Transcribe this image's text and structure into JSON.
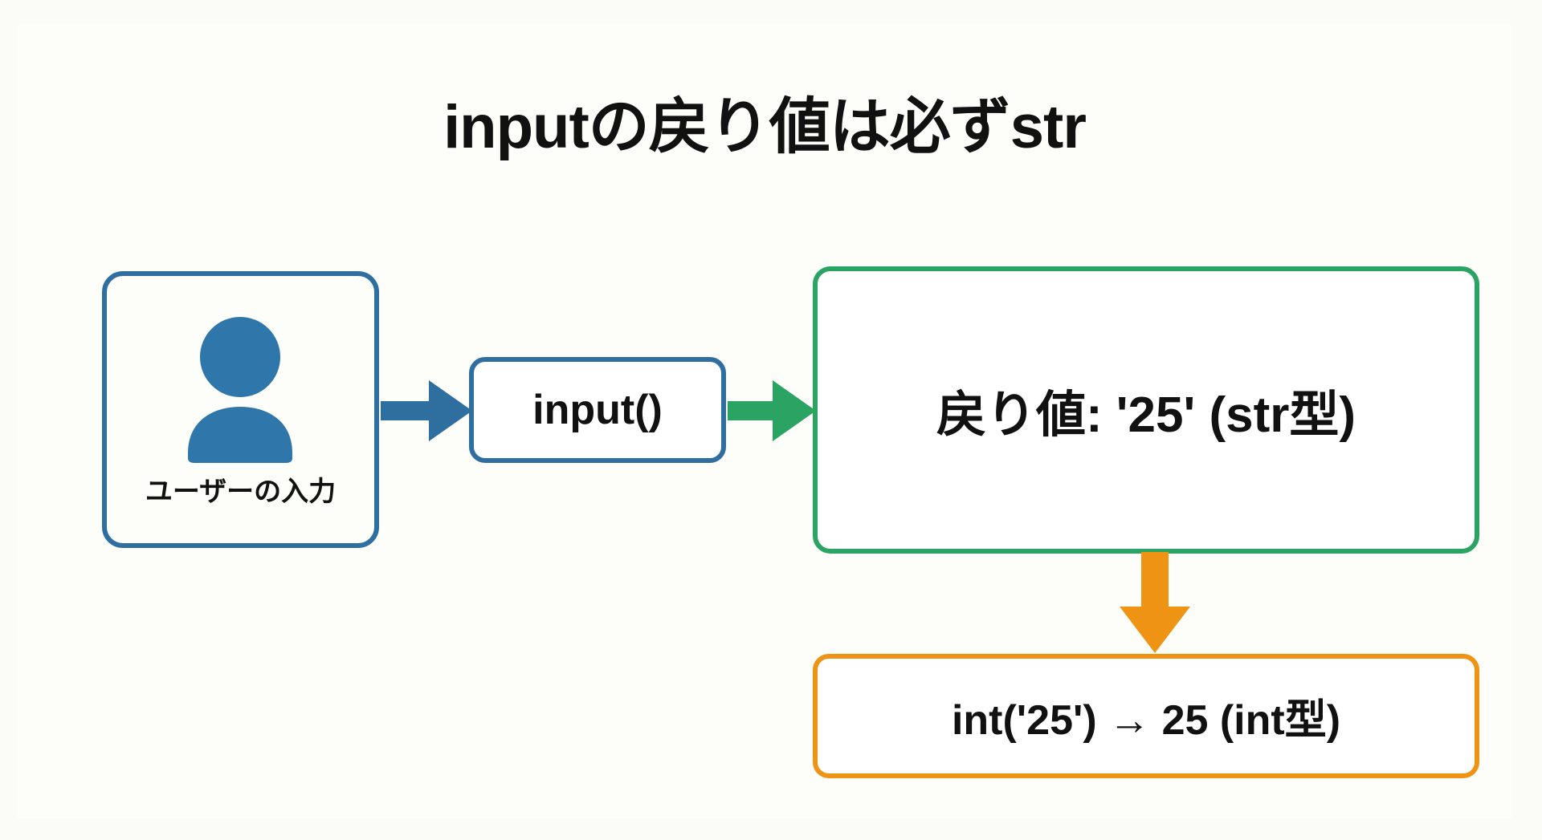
{
  "slide": {
    "background_color": "#fdfdfa",
    "title": "inputの戻り値は必ずstr"
  },
  "bands": {
    "blue": "#2f6f9f",
    "green": "#2aa363",
    "orange": "#ef9314"
  },
  "nodes": {
    "user": {
      "label": "ユーザーの入力",
      "icon": "user-person-icon",
      "border_color": "#2f6f9f"
    },
    "input_call": {
      "label": "input()",
      "border_color": "#2f6f9f"
    },
    "return_value": {
      "label": "戻り値: '25' (str型)",
      "border_color": "#2aa363"
    },
    "cast": {
      "label": "int('25') → 25 (int型)",
      "border_color": "#ef9314"
    }
  },
  "arrows": {
    "user_to_input": {
      "name": "blue-right-arrow",
      "color": "#2f6f9f",
      "direction": "right"
    },
    "input_to_return": {
      "name": "green-right-arrow",
      "color": "#2aa363",
      "direction": "right"
    },
    "return_to_cast": {
      "name": "orange-down-arrow",
      "color": "#ef9314",
      "direction": "down"
    }
  }
}
